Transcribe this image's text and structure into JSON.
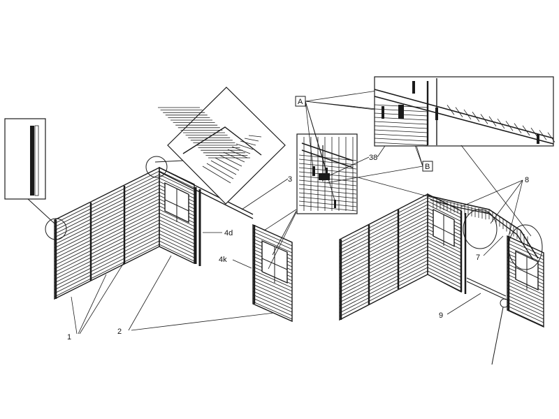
{
  "callouts": {
    "n1": "1",
    "n2": "2",
    "n3": "3",
    "n4d": "4d",
    "n4k": "4k",
    "n38": "38",
    "nA": "A",
    "nB": "B",
    "n7": "7",
    "n8": "8",
    "n9": "9"
  },
  "colors": {
    "line": "#1a1a1a",
    "background": "#ffffff"
  }
}
